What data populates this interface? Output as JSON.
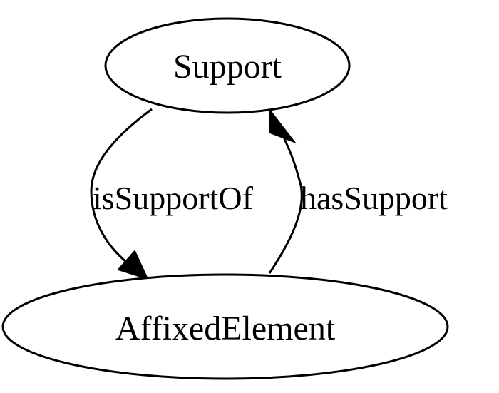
{
  "nodes": {
    "support": {
      "label": "Support"
    },
    "affixed_element": {
      "label": "AffixedElement"
    }
  },
  "edges": {
    "is_support_of": {
      "label": "isSupportOf",
      "from": "Support",
      "to": "AffixedElement"
    },
    "has_support": {
      "label": "hasSupport",
      "from": "AffixedElement",
      "to": "Support"
    }
  },
  "colors": {
    "stroke": "#000000",
    "background": "#ffffff"
  }
}
